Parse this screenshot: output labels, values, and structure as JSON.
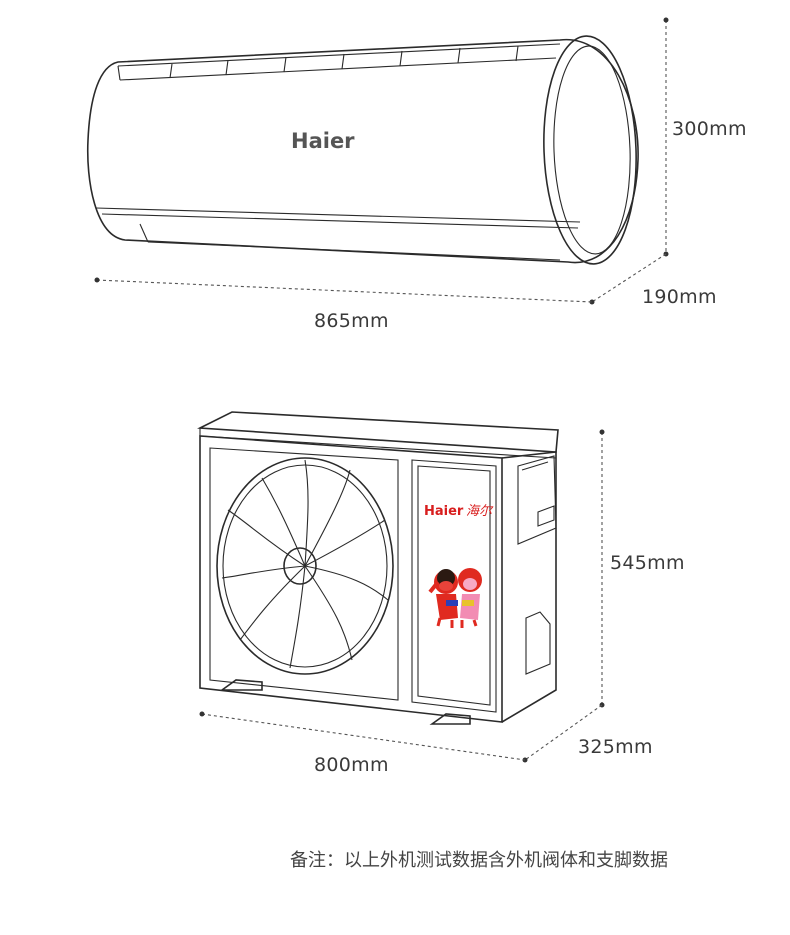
{
  "indoor_unit": {
    "brand": "Haier",
    "height_label": "300mm",
    "depth_label": "190mm",
    "width_label": "865mm"
  },
  "outdoor_unit": {
    "brand": "Haier",
    "brand_cn": "海尔",
    "height_label": "545mm",
    "depth_label": "325mm",
    "width_label": "800mm"
  },
  "note": "备注：以上外机测试数据含外机阀体和支脚数据",
  "colors": {
    "line": "#2b2b2b",
    "brand_gray": "#555555",
    "brand_red": "#d81e1e",
    "mascot_red": "#e02a20"
  }
}
